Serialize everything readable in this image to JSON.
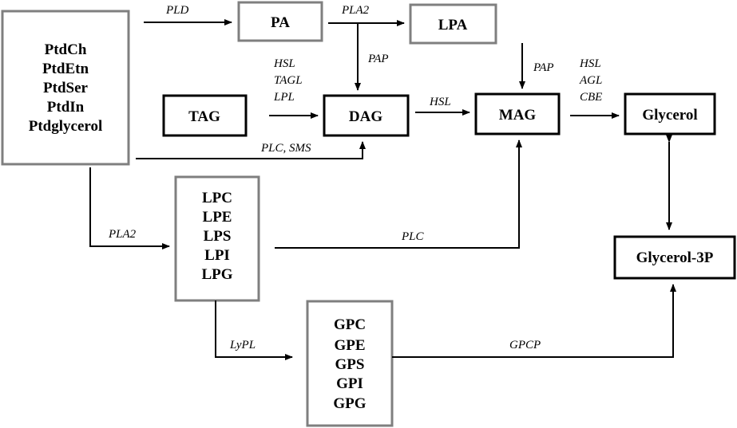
{
  "nodes": {
    "phospholipids": [
      "PtdCh",
      "PtdEtn",
      "PtdSer",
      "PtdIn",
      "Ptdglycerol"
    ],
    "pa": "PA",
    "lpa": "LPA",
    "tag": "TAG",
    "dag": "DAG",
    "mag": "MAG",
    "glycerol": "Glycerol",
    "glycerol3p": "Glycerol-3P",
    "lyso": [
      "LPC",
      "LPE",
      "LPS",
      "LPI",
      "LPG"
    ],
    "gp": [
      "GPC",
      "GPE",
      "GPS",
      "GPI",
      "GPG"
    ]
  },
  "enzymes": {
    "pld": "PLD",
    "pla2_top": "PLA2",
    "pap_left": "PAP",
    "pap_right": "PAP",
    "tag_lipases": [
      "HSL",
      "TAGL",
      "LPL"
    ],
    "hsl_dag": "HSL",
    "mag_lipases": [
      "HSL",
      "AGL",
      "CBE"
    ],
    "plc_sms": "PLC, SMS",
    "pla2_left": "PLA2",
    "plc": "PLC",
    "lypl": "LyPL",
    "gpcp": "GPCP"
  },
  "colors": {
    "gray_box": "#7f7f7f",
    "black_box": "#000000"
  }
}
